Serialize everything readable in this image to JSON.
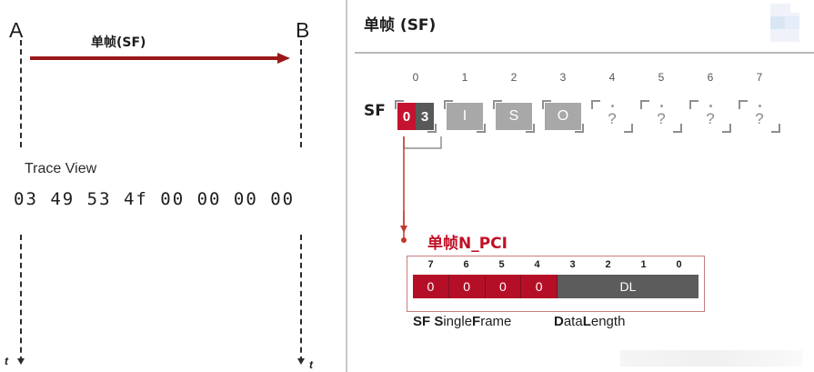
{
  "left_panel": {
    "node_a": "A",
    "node_b": "B",
    "message_label": "单帧(SF)",
    "trace_title": "Trace View",
    "trace_bytes": "03 49 53 4f 00 00 00 00",
    "time_axis_left": "t",
    "time_axis_right": "t"
  },
  "right_panel": {
    "title": "单帧 (SF)",
    "frame_row_label": "SF",
    "bytes": [
      {
        "index": "0",
        "type": "split",
        "left_value": "0",
        "right_value": "3"
      },
      {
        "index": "1",
        "type": "filled",
        "value": "I"
      },
      {
        "index": "2",
        "type": "filled",
        "value": "S"
      },
      {
        "index": "3",
        "type": "filled",
        "value": "O"
      },
      {
        "index": "4",
        "type": "empty",
        "value": "?"
      },
      {
        "index": "5",
        "type": "empty",
        "value": "?"
      },
      {
        "index": "6",
        "type": "empty",
        "value": "?"
      },
      {
        "index": "7",
        "type": "empty",
        "value": "?"
      }
    ],
    "npci": {
      "callout_label": "单帧N_PCI",
      "bit_indices": [
        "7",
        "6",
        "5",
        "4",
        "3",
        "2",
        "1",
        "0"
      ],
      "bits": [
        {
          "value": "0",
          "group": "sf"
        },
        {
          "value": "0",
          "group": "sf"
        },
        {
          "value": "0",
          "group": "sf"
        },
        {
          "value": "0",
          "group": "sf"
        },
        {
          "value": "DL",
          "group": "dl"
        }
      ],
      "legend_sf_bold": "SF S",
      "legend_sf_rest": "ingle",
      "legend_sf_bold2": "F",
      "legend_sf_rest2": "rame",
      "legend_dl_bold": "D",
      "legend_dl_rest": "ata",
      "legend_dl_bold2": "L",
      "legend_dl_rest2": "ength"
    }
  },
  "colors": {
    "accent_red": "#c41230",
    "arrow_red": "#9c1818",
    "cell_gray": "#a8a8a8",
    "dark_gray": "#595959",
    "divider": "#c9c9c9"
  }
}
